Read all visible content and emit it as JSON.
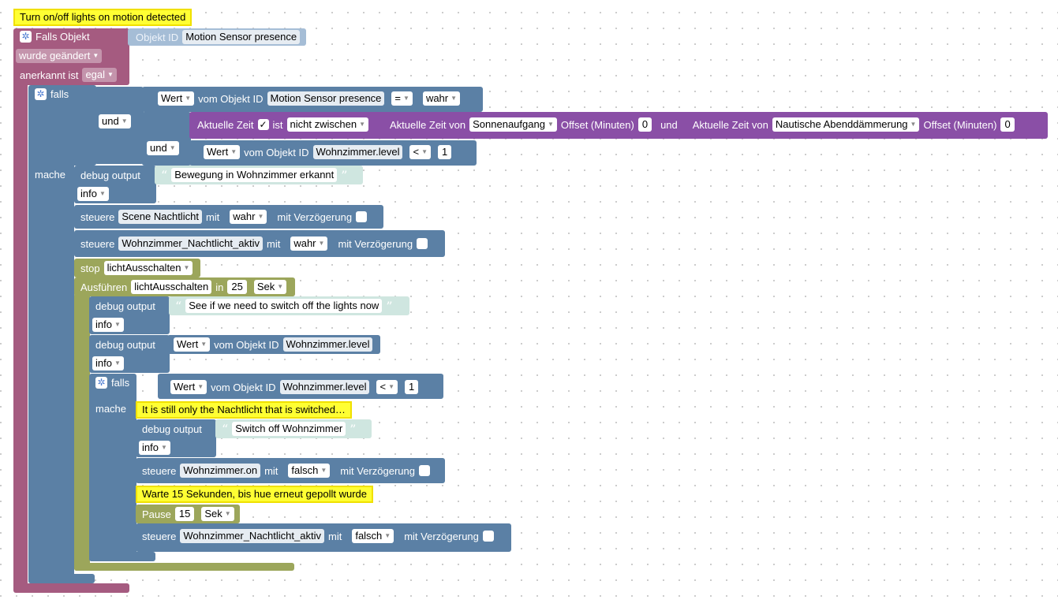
{
  "comments": {
    "main": "Turn on/off lights on motion detected",
    "inner_check": "It is still only the Nachtlicht that is switched…",
    "wait_note": "Warte 15 Sekunden, bis hue erneut gepollt wurde"
  },
  "trigger": {
    "label": "Falls Objekt",
    "objekt_id_label": "Objekt ID",
    "objekt_id_value": "Motion Sensor presence",
    "changed_option": "wurde geändert",
    "ack_label": "anerkannt ist",
    "ack_option": "egal"
  },
  "if1": {
    "falls": "falls",
    "mache": "mache",
    "und1": "und",
    "und2": "und",
    "cond1": {
      "wert": "Wert",
      "vom_objekt": "vom Objekt ID",
      "object": "Motion Sensor presence",
      "op": "=",
      "value": "wahr"
    },
    "time_cond": {
      "aktuelle_zeit": "Aktuelle Zeit",
      "ist": "ist",
      "mode": "nicht zwischen",
      "from_label": "Aktuelle Zeit von",
      "from_value": "Sonnenaufgang",
      "offset_label": "Offset (Minuten)",
      "offset1": "0",
      "und": "und",
      "to_label": "Aktuelle Zeit von",
      "to_value": "Nautische Abenddämmerung",
      "offset2": "0"
    },
    "cond3": {
      "wert": "Wert",
      "vom_objekt": "vom Objekt ID",
      "object": "Wohnzimmer.level",
      "op": "<",
      "value": "1"
    }
  },
  "actions": {
    "debug1": {
      "label": "debug output",
      "text": "Bewegung in Wohnzimmer erkannt",
      "level": "info"
    },
    "set1": {
      "label": "steuere",
      "object": "Scene Nachtlicht",
      "mit": "mit",
      "value": "wahr",
      "delay": "mit Verzögerung"
    },
    "set2": {
      "label": "steuere",
      "object": "Wohnzimmer_Nachtlicht_aktiv",
      "mit": "mit",
      "value": "wahr",
      "delay": "mit Verzögerung"
    },
    "stop": {
      "label": "stop",
      "timer": "lichtAusschalten"
    },
    "run": {
      "label": "Ausführen",
      "timer": "lichtAusschalten",
      "in": "in",
      "value": "25",
      "unit": "Sek"
    },
    "debug2": {
      "label": "debug output",
      "text": "See if we need to switch off the lights now",
      "level": "info"
    },
    "debug3": {
      "label": "debug output",
      "wert": "Wert",
      "vom_objekt": "vom Objekt ID",
      "object": "Wohnzimmer.level",
      "level": "info"
    },
    "if2": {
      "falls": "falls",
      "mache": "mache",
      "wert": "Wert",
      "vom_objekt": "vom Objekt ID",
      "object": "Wohnzimmer.level",
      "op": "<",
      "value": "1"
    },
    "debug4": {
      "label": "debug output",
      "text": "Switch off Wohnzimmer",
      "level": "info"
    },
    "set3": {
      "label": "steuere",
      "object": "Wohnzimmer.on",
      "mit": "mit",
      "value": "falsch",
      "delay": "mit Verzögerung"
    },
    "pause": {
      "label": "Pause",
      "value": "15",
      "unit": "Sek"
    },
    "set4": {
      "label": "steuere",
      "object": "Wohnzimmer_Nachtlicht_aktiv",
      "mit": "mit",
      "value": "falsch",
      "delay": "mit Verzögerung"
    }
  },
  "colors": {
    "event": "#a55b80",
    "logic": "#5b80a5",
    "time": "#8a4fa6",
    "timer": "#9ca65b",
    "text": "#cfe6e0",
    "comment": "#ffff33"
  },
  "icons": [
    "gear-icon",
    "checkbox-checked-icon",
    "dropdown-arrow-icon",
    "quote-open-icon",
    "quote-close-icon"
  ]
}
